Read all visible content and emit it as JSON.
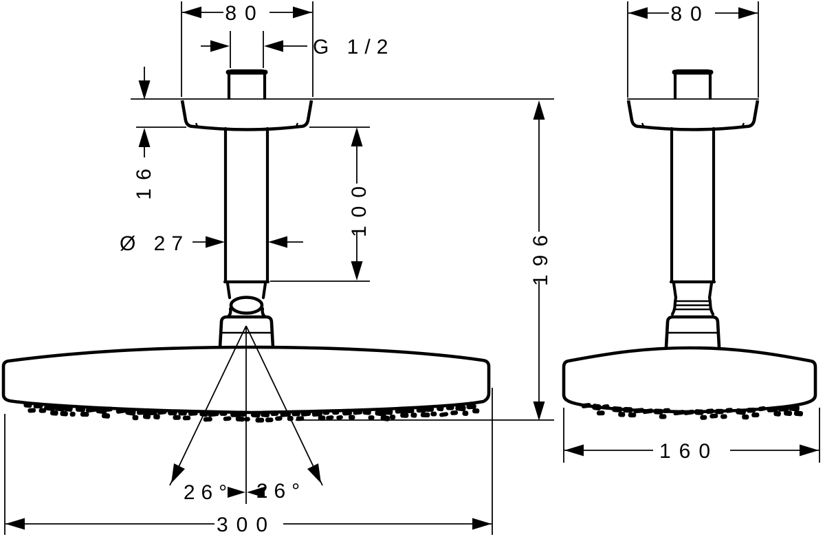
{
  "front_view": {
    "width_top": "80",
    "thread": "G 1/2",
    "plate_height": "16",
    "arm_diameter": "Ø 27",
    "arm_length": "100",
    "total_height": "196",
    "spray_angle_left": "26°",
    "spray_angle_right": "26°",
    "head_width": "300"
  },
  "side_view": {
    "width_top": "80",
    "head_depth": "160"
  },
  "colors": {
    "line": "#000000",
    "background": "#ffffff"
  }
}
